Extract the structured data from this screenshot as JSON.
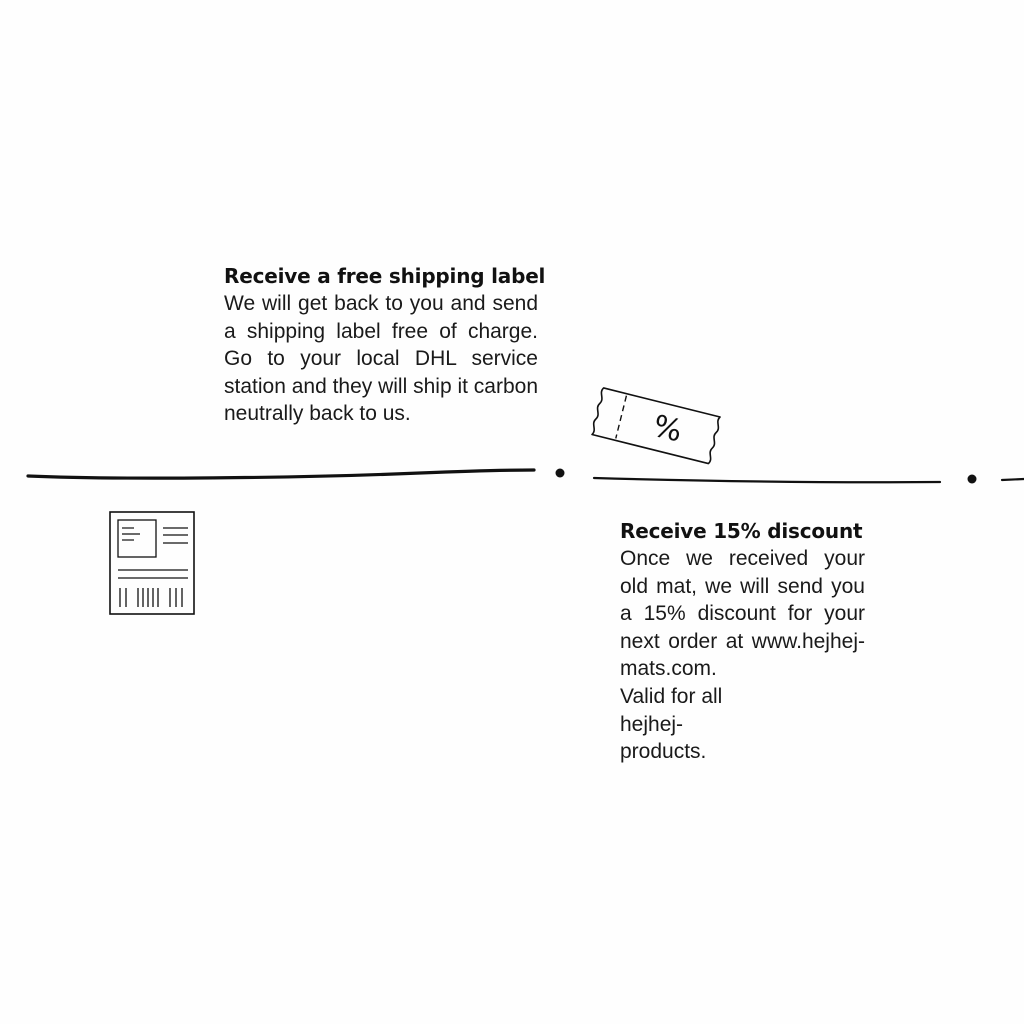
{
  "steps": [
    {
      "title": "Receive a free shipping label",
      "body": "We will get back to you and send a shipping label free of charge. Go to your local DHL service station and they will ship it carbon neutrally back to us.",
      "icon": "shipping-label-icon"
    },
    {
      "title": "Receive 15% discount",
      "body_main": "Once we received your old mat, we will send you a 15% discount for your next order at www.hejhej-mats.com.",
      "body_tail": "Valid for all hejhej-products.",
      "icon": "discount-coupon-icon",
      "coupon_symbol": "%"
    }
  ],
  "colors": {
    "ink": "#111111",
    "background": "#fefefe"
  }
}
